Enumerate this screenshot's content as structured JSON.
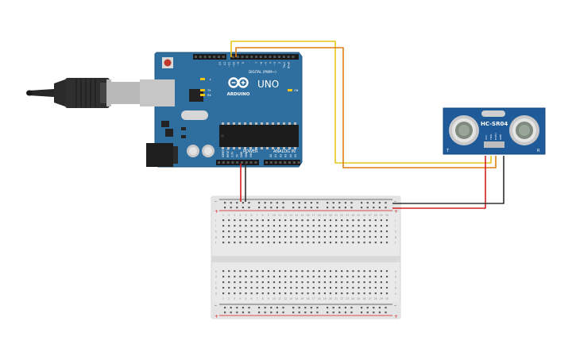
{
  "arduino": {
    "brand": "ARDUINO",
    "model": "UNO",
    "digital_header": "DIGITAL (PWM~)",
    "power_header": "POWER",
    "analog_header": "ANALOG IN",
    "aref": "AREF",
    "gnd": "GND",
    "tx": "TX",
    "rx": "RX",
    "l": "L",
    "on": "ON",
    "power_pins": [
      "IOREF",
      "RESET",
      "3.3V",
      "5V",
      "GND",
      "GND",
      "VIN"
    ],
    "analog_pins": [
      "A0",
      "A1",
      "A2",
      "A3",
      "A4",
      "A5"
    ],
    "digital_pins_high": [
      "13",
      "12",
      "~11",
      "~10",
      "~9",
      "8"
    ],
    "digital_pins_low": [
      "7",
      "~6",
      "~5",
      "4",
      "~3",
      "2",
      "TX▸1",
      "RX◂0"
    ]
  },
  "sensor": {
    "name": "HC-SR04",
    "pins": [
      "VCC",
      "TRIG",
      "ECHO",
      "GND"
    ]
  },
  "breadboard": {
    "row_letters_top": [
      "j",
      "i",
      "h",
      "g",
      "f"
    ],
    "row_letters_bottom": [
      "e",
      "d",
      "c",
      "b",
      "a"
    ],
    "columns": [
      "1",
      "2",
      "3",
      "4",
      "5",
      "6",
      "7",
      "8",
      "9",
      "10",
      "11",
      "12",
      "13",
      "14",
      "15",
      "16",
      "17",
      "18",
      "19",
      "20",
      "21",
      "22",
      "23",
      "24",
      "25",
      "26",
      "27",
      "28",
      "29",
      "30"
    ]
  },
  "colors": {
    "board": "#2f6fa0",
    "sensor_board": "#1f5a99",
    "wire_yellow": "#e8c51a",
    "wire_orange": "#de7f10",
    "wire_red": "#d42020",
    "wire_black": "#303030"
  }
}
